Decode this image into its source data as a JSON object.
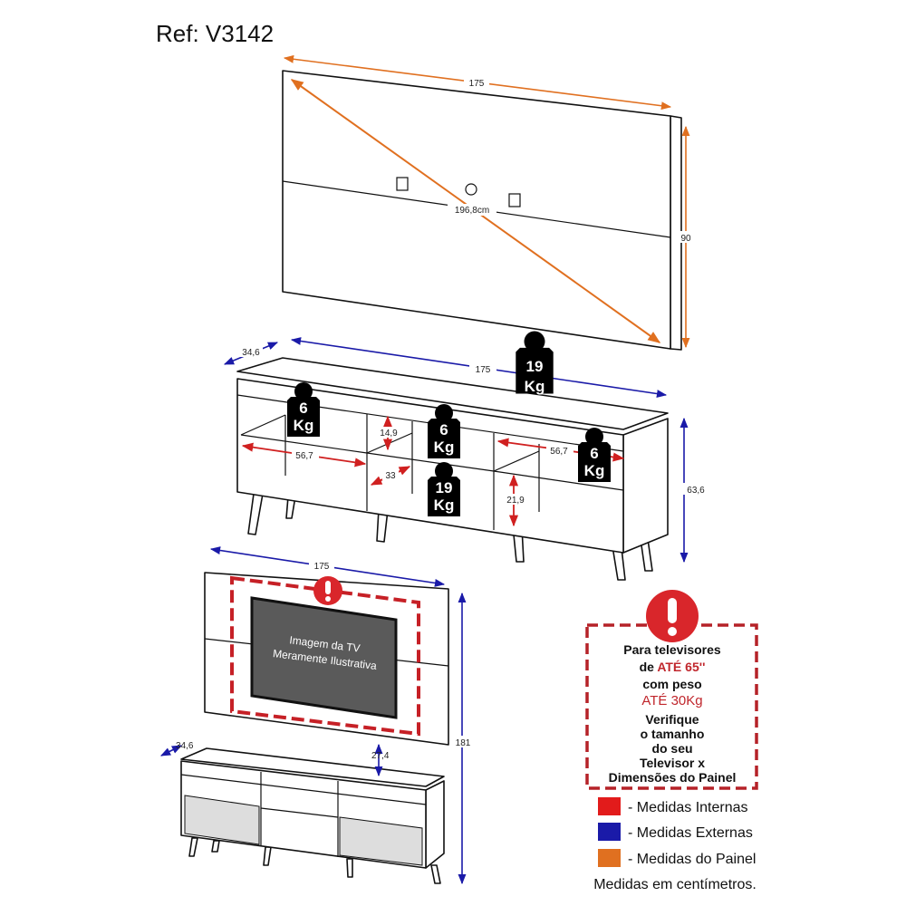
{
  "title": "Ref: V3142",
  "colors": {
    "internal": "#e21b1b",
    "external": "#1a1aa8",
    "panel": "#e07020",
    "warning": "#d9262b",
    "box_border": "#b52228"
  },
  "panel_view": {
    "width": "175",
    "height": "90",
    "diagonal": "196,8cm"
  },
  "rack_view": {
    "width": "175",
    "depth": "34,6",
    "height": "63,6",
    "internal": {
      "niche_left_width": "56,7",
      "niche_right_width": "56,7",
      "top_niche_height": "14,9",
      "center_depth": "33",
      "lower_niche_height": "21,9"
    },
    "weights": [
      {
        "value": "19",
        "unit": "Kg"
      },
      {
        "value": "6",
        "unit": "Kg"
      },
      {
        "value": "6",
        "unit": "Kg"
      },
      {
        "value": "19",
        "unit": "Kg"
      },
      {
        "value": "6",
        "unit": "Kg"
      }
    ]
  },
  "assembly_view": {
    "width": "175",
    "depth": "34,6",
    "total_height": "181",
    "gap": "27,4",
    "tv_caption_1": "Imagem da TV",
    "tv_caption_2": "Meramente Ilustrativa"
  },
  "warning_box": {
    "line1": "Para televisores",
    "line2_prefix": "de ",
    "line2_highlight": "ATÉ 65''",
    "line3": "com peso",
    "line4": "ATÉ 30Kg",
    "check": [
      "Verifique",
      "o tamanho",
      "do seu",
      "Televisor x",
      "Dimensões do Painel"
    ]
  },
  "legend": [
    {
      "label": "- Medidas Internas",
      "color": "#e21b1b"
    },
    {
      "label": "- Medidas Externas",
      "color": "#1a1aa8"
    },
    {
      "label": "- Medidas do Painel",
      "color": "#e07020"
    }
  ],
  "footer": "Medidas em centímetros."
}
